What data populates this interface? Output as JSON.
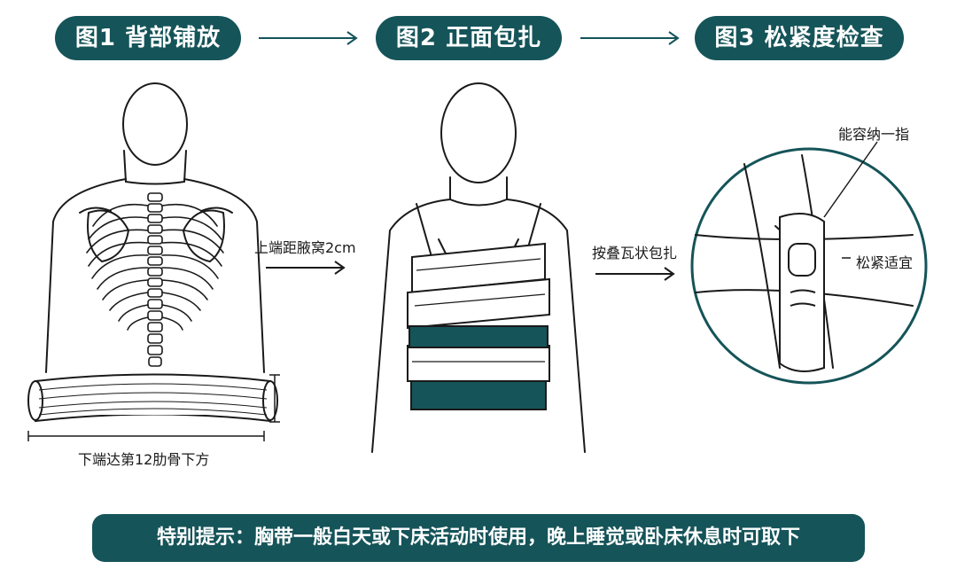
{
  "headers": {
    "step1": "图1 背部铺放",
    "step2": "图2 正面包扎",
    "step3": "图3 松紧度检查"
  },
  "annotations": {
    "upper_edge": "上端距腋窝2cm",
    "lower_edge": "下端达第12肋骨下方",
    "wrap_method": "按叠瓦状包扎",
    "one_finger": "能容纳一指",
    "fit_ok": "松紧适宜"
  },
  "tip": "特别提示：胸带一般白天或下床活动时使用，晚上睡觉或卧床休息时可取下",
  "colors": {
    "accent": "#155459",
    "line": "#1a1a1a",
    "background": "#ffffff"
  },
  "icons": [
    "arrow-right-icon",
    "finger-icon",
    "spine-icon",
    "torso-icon"
  ]
}
